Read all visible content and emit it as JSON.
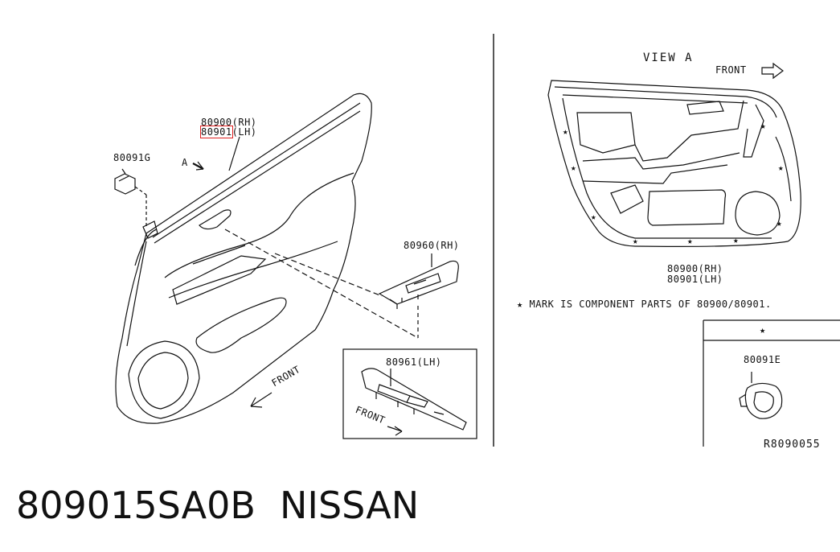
{
  "left": {
    "part_rh": "80900(RH)",
    "part_lh_number": "80901",
    "part_lh_suffix": "(LH)",
    "clip_part": "80091G",
    "view_marker": "A",
    "front_label": "FRONT",
    "switch_rh": "80960(RH)",
    "switch_lh": "80961(LH)",
    "inset_front": "FRONT"
  },
  "right": {
    "view_title": "VIEW A",
    "front_label": "FRONT",
    "part_rh": "80900(RH)",
    "part_lh": "80901(LH)",
    "note_star": "★",
    "note_text": "MARK IS COMPONENT PARTS OF 80900/80901.",
    "table_header": "★",
    "table_part": "80091E",
    "ref_code": "R8090055"
  },
  "footer": {
    "part_number": "809015SA0B",
    "brand": "NISSAN"
  },
  "colors": {
    "line": "#111111",
    "highlight": "#e02020",
    "background": "#ffffff"
  }
}
